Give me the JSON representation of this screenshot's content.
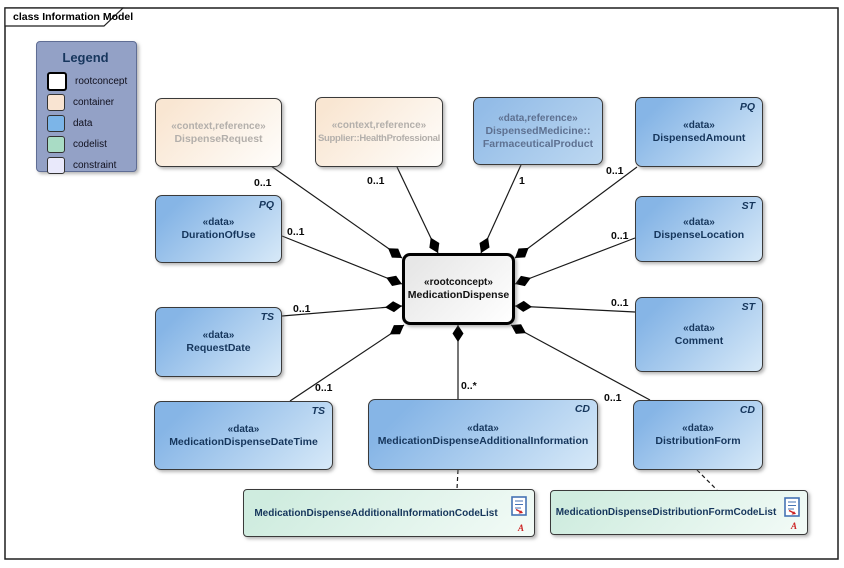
{
  "frame": {
    "label": "class Information Model"
  },
  "legend": {
    "title": "Legend",
    "items": [
      {
        "label": "rootconcept",
        "color": "#ffffff"
      },
      {
        "label": "container",
        "color": "#f9e4d2"
      },
      {
        "label": "data",
        "color": "#7cb5e8"
      },
      {
        "label": "codelist",
        "color": "#a9dcc5"
      },
      {
        "label": "constraint",
        "color": "#e9e9fb"
      }
    ]
  },
  "nodes": {
    "root": {
      "stereotype": "«rootconcept»",
      "name": "MedicationDispense"
    },
    "dispense_request": {
      "stereotype": "«context,reference»",
      "name": "DispenseRequest"
    },
    "supplier": {
      "stereotype": "«context,reference»",
      "name": "Supplier::HealthProfessional"
    },
    "dispensed_medicine": {
      "stereotype": "«data,reference»",
      "name": "DispensedMedicine::\nFarmaceuticalProduct"
    },
    "dispensed_amount": {
      "stereotype": "«data»",
      "name": "DispensedAmount",
      "tag": "PQ"
    },
    "duration_of_use": {
      "stereotype": "«data»",
      "name": "DurationOfUse",
      "tag": "PQ"
    },
    "dispense_location": {
      "stereotype": "«data»",
      "name": "DispenseLocation",
      "tag": "ST"
    },
    "request_date": {
      "stereotype": "«data»",
      "name": "RequestDate",
      "tag": "TS"
    },
    "comment": {
      "stereotype": "«data»",
      "name": "Comment",
      "tag": "ST"
    },
    "md_datetime": {
      "stereotype": "«data»",
      "name": "MedicationDispenseDateTime",
      "tag": "TS"
    },
    "md_additional_info": {
      "stereotype": "«data»",
      "name": "MedicationDispenseAdditionalInformation",
      "tag": "CD"
    },
    "distribution_form": {
      "stereotype": "«data»",
      "name": "DistributionForm",
      "tag": "CD"
    },
    "codelist_additional_info": {
      "name": "MedicationDispenseAdditionalInformationCodeList",
      "marker": "A"
    },
    "codelist_distribution_form": {
      "name": "MedicationDispenseDistributionFormCodeList",
      "marker": "A"
    }
  },
  "connectors": [
    {
      "target": "DispenseRequest",
      "multiplicity": "0..1"
    },
    {
      "target": "DurationOfUse",
      "multiplicity": "0..1"
    },
    {
      "target": "RequestDate",
      "multiplicity": "0..1"
    },
    {
      "target": "MedicationDispenseDateTime",
      "multiplicity": "0..1"
    },
    {
      "target": "Supplier::HealthProfessional",
      "multiplicity": "0..1"
    },
    {
      "target": "DispensedMedicine::FarmaceuticalProduct",
      "multiplicity": "1"
    },
    {
      "target": "DispensedAmount",
      "multiplicity": "0..1"
    },
    {
      "target": "DispenseLocation",
      "multiplicity": "0..1"
    },
    {
      "target": "Comment",
      "multiplicity": "0..1"
    },
    {
      "target": "DistributionForm",
      "multiplicity": "0..1"
    },
    {
      "target": "MedicationDispenseAdditionalInformation",
      "multiplicity": "0..*"
    }
  ],
  "colors": {
    "data_fill": "#86b5e6",
    "container_fill": "#f9e6d2",
    "codelist_fill": "#cfecdf",
    "legend_fill": "#93a1c6",
    "accent_text": "#16365c",
    "marker_red": "#cc2222"
  }
}
